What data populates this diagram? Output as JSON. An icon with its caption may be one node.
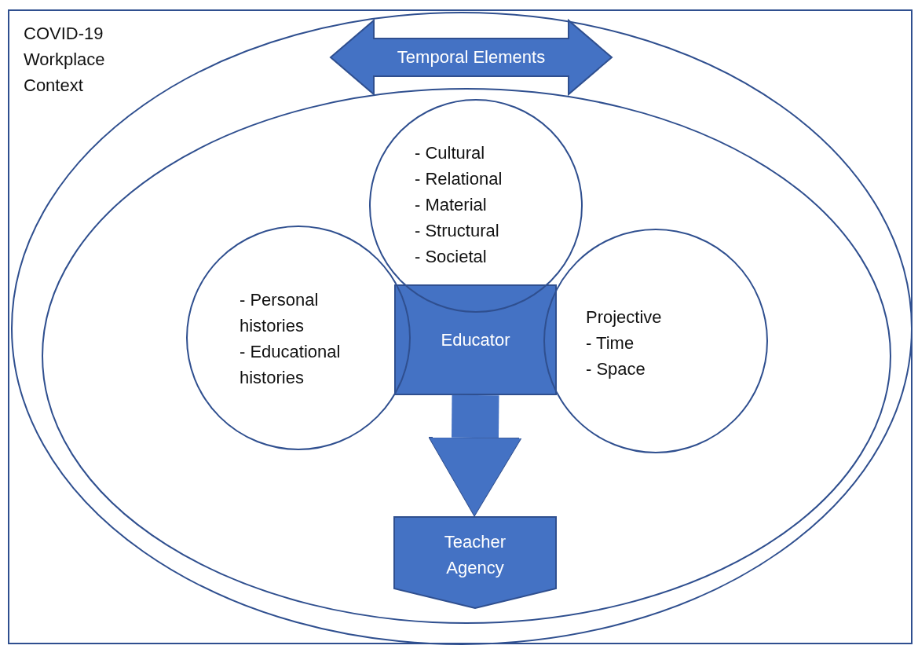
{
  "diagram": {
    "nodes": [
      {
        "text": [
          "COVID-19 Workplace Context"
        ]
      },
      {
        "text": [],
        "shape": "ellipse",
        "in": 0
      },
      {
        "text": [],
        "shape": "ellipse",
        "in": 1
      },
      {
        "text": [
          "Temporal Elements"
        ],
        "in": 1
      },
      {
        "text": [
          "- Cultural",
          "- Relational",
          "- Material",
          "- Structural",
          "- Societal"
        ],
        "in": 2
      },
      {
        "text": [
          "- Personal histories",
          "- Educational histories"
        ],
        "in": 2
      },
      {
        "text": [
          "Projective",
          "- Time",
          "- Space"
        ],
        "in": 2
      },
      {
        "text": [
          "Educator"
        ],
        "in": 2
      },
      {
        "text": [
          "Teacher Agency"
        ],
        "in": 2
      }
    ],
    "edges": [
      {
        "from": 7,
        "to": 8,
        "arrow": "to"
      }
    ]
  }
}
